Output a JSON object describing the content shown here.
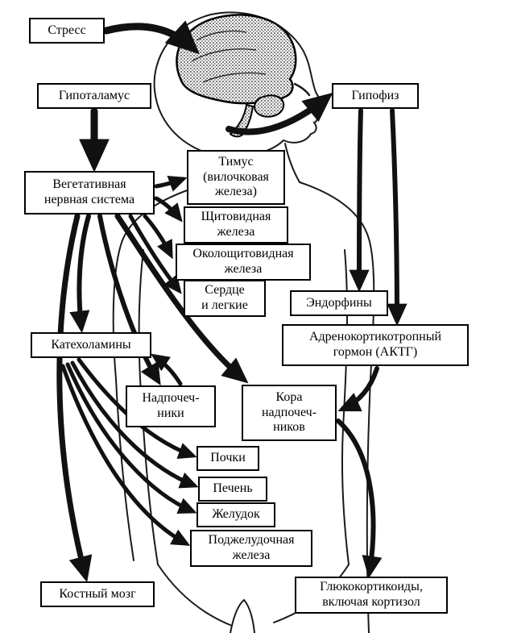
{
  "boxes": {
    "stress": "Стресс",
    "hypothalamus": "Гипоталамус",
    "pituitary": "Гипофиз",
    "autonomic_nervous_system": "Вегетативная\nнервная система",
    "thymus": "Тимус\n(вилочковая\nжелеза)",
    "thyroid": "Щитовидная\nжелеза",
    "parathyroid": "Околощитовидная\nжелеза",
    "heart_lungs": "Сердце\nи легкие",
    "endorphins": "Эндорфины",
    "acth": "Адренокортикотропный\nгормон (АКТГ)",
    "catecholamines": "Катехоламины",
    "adrenals": "Надпочеч-\nники",
    "adrenal_cortex": "Кора\nнадпочеч-\nников",
    "kidneys": "Почки",
    "liver": "Печень",
    "stomach": "Желудок",
    "pancreas": "Поджелудочная\nжелеза",
    "bone_marrow": "Костный мозг",
    "glucocorticoids": "Глюкокортикоиды,\nвключая кортизол"
  },
  "arrows": [
    {
      "from": "stress",
      "to": "brain"
    },
    {
      "from": "brain",
      "to": "pituitary"
    },
    {
      "from": "hypothalamus",
      "to": "autonomic_nervous_system"
    },
    {
      "from": "autonomic_nervous_system",
      "to": "thymus"
    },
    {
      "from": "autonomic_nervous_system",
      "to": "thyroid"
    },
    {
      "from": "autonomic_nervous_system",
      "to": "parathyroid"
    },
    {
      "from": "autonomic_nervous_system",
      "to": "heart_lungs"
    },
    {
      "from": "autonomic_nervous_system",
      "to": "adrenal_cortex"
    },
    {
      "from": "autonomic_nervous_system",
      "to": "adrenals"
    },
    {
      "from": "autonomic_nervous_system",
      "to": "catecholamines"
    },
    {
      "from": "autonomic_nervous_system",
      "to": "bone_marrow"
    },
    {
      "from": "autonomic_nervous_system",
      "to": "kidneys"
    },
    {
      "from": "autonomic_nervous_system",
      "to": "liver"
    },
    {
      "from": "autonomic_nervous_system",
      "to": "stomach"
    },
    {
      "from": "autonomic_nervous_system",
      "to": "pancreas"
    },
    {
      "from": "adrenals",
      "to": "catecholamines"
    },
    {
      "from": "pituitary",
      "to": "endorphins"
    },
    {
      "from": "pituitary",
      "to": "acth"
    },
    {
      "from": "acth",
      "to": "adrenal_cortex"
    },
    {
      "from": "adrenal_cortex",
      "to": "glucocorticoids"
    }
  ],
  "colors": {
    "box_border": "#000000",
    "box_background": "#ffffff",
    "arrow": "#111111",
    "figure_outline": "#1a1a1a"
  }
}
